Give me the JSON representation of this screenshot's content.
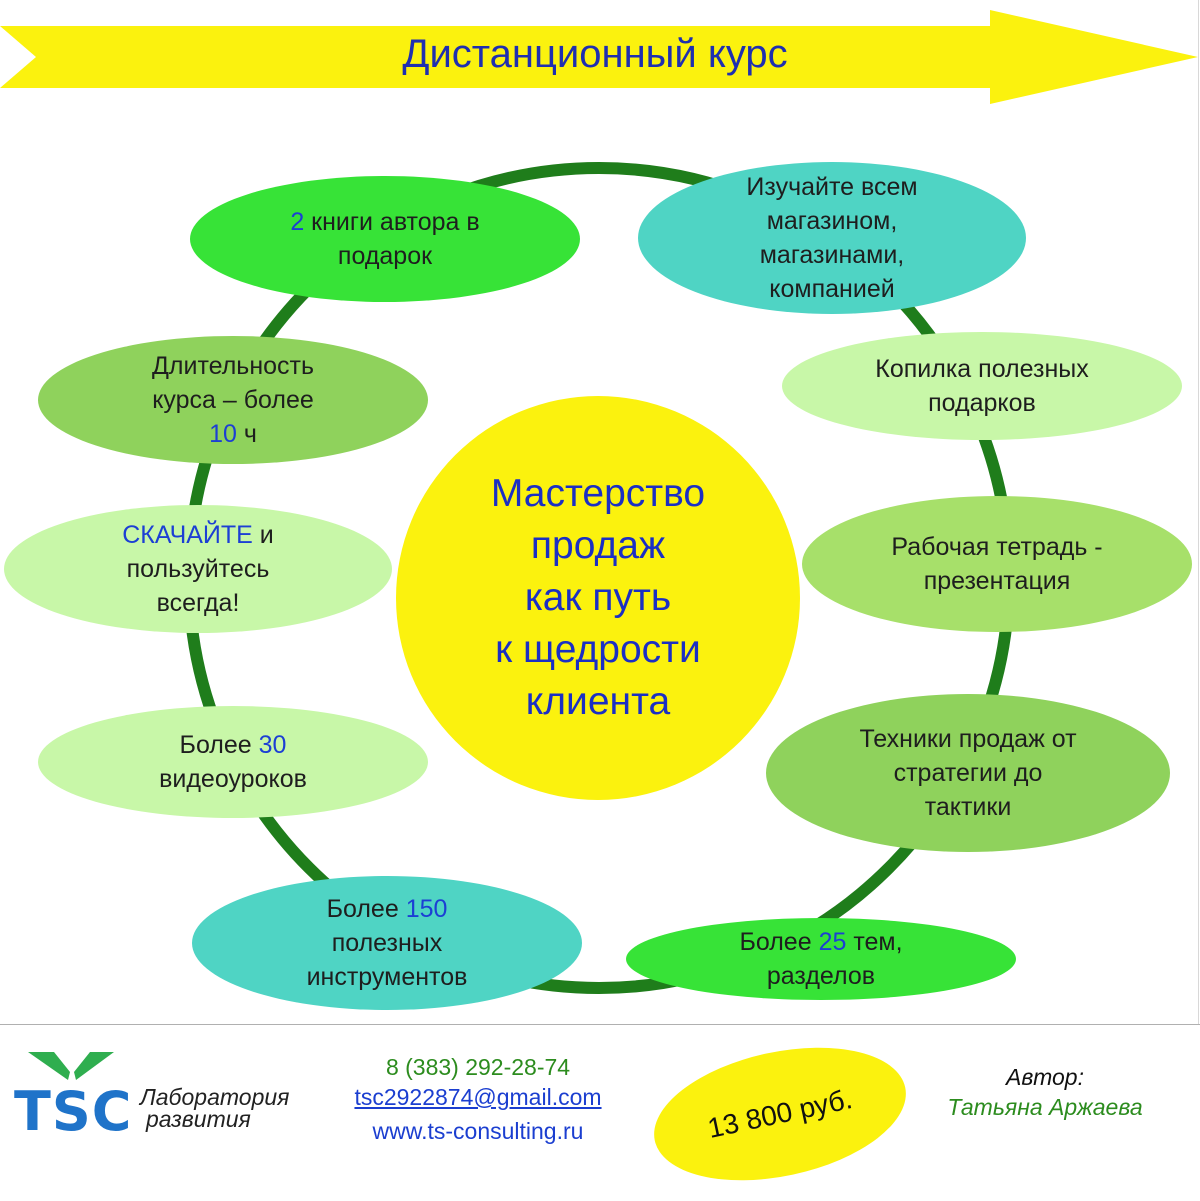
{
  "banner": {
    "title": "Дистанционный курс"
  },
  "center": {
    "lines": [
      "Мастерство",
      "продаж",
      "как путь",
      "к щедрости",
      "клиента"
    ]
  },
  "items": {
    "books": {
      "num": "2",
      "line1_rest": " книги автора в",
      "line2": "подарок"
    },
    "study": {
      "line1": "Изучайте всем",
      "line2": "магазином,",
      "line3": "магазинами,",
      "line4": "компанией"
    },
    "duration": {
      "line1": "Длительность",
      "line2": "курса – более",
      "num": "10",
      "unit": " ч"
    },
    "gifts": {
      "line1": "Копилка полезных",
      "line2": "подарков"
    },
    "download": {
      "hl": "СКАЧАЙТЕ",
      "line1_rest": " и",
      "line2": "пользуйтесь",
      "line3": "всегда!"
    },
    "workbook": {
      "line1": "Рабочая тетрадь -",
      "line2": "презентация"
    },
    "videos": {
      "prefix": "Более ",
      "num": "30",
      "line2": "видеоуроков"
    },
    "techniques": {
      "line1": "Техники продаж от",
      "line2": "стратегии до",
      "line3": "тактики"
    },
    "tools": {
      "prefix": "Более ",
      "num": "150",
      "line2": "полезных",
      "line3": "инструментов"
    },
    "topics": {
      "prefix": "Более ",
      "num": "25",
      "suffix": " тем,",
      "line2": "разделов"
    }
  },
  "footer": {
    "logo": "TSC",
    "lab_line1": "Лаборатория",
    "lab_line2": "развития",
    "phone": "8 (383) 292-28-74",
    "email": "tsc2922874@gmail.com",
    "site": "www.ts-consulting.ru",
    "price": "13 800 руб.",
    "author_label": "Автор:",
    "author_name": "Татьяна Аржаева"
  },
  "colors": {
    "banner_arrow": "#fbf20e",
    "ring": "#1f7d1b",
    "center_circle": "#fbf20e",
    "bright_green": "#37e337",
    "teal": "#4fd4c4",
    "olive_green": "#8fd25c",
    "light_green": "#c8f7a8",
    "mid_green": "#a7e06a",
    "accent_blue": "#1c3fd4",
    "logo_blue": "#1f73c9",
    "logo_green": "#2fae4f"
  },
  "icons": {
    "logo_mark": "check-chevron-icon",
    "banner": "arrow-right-icon"
  }
}
